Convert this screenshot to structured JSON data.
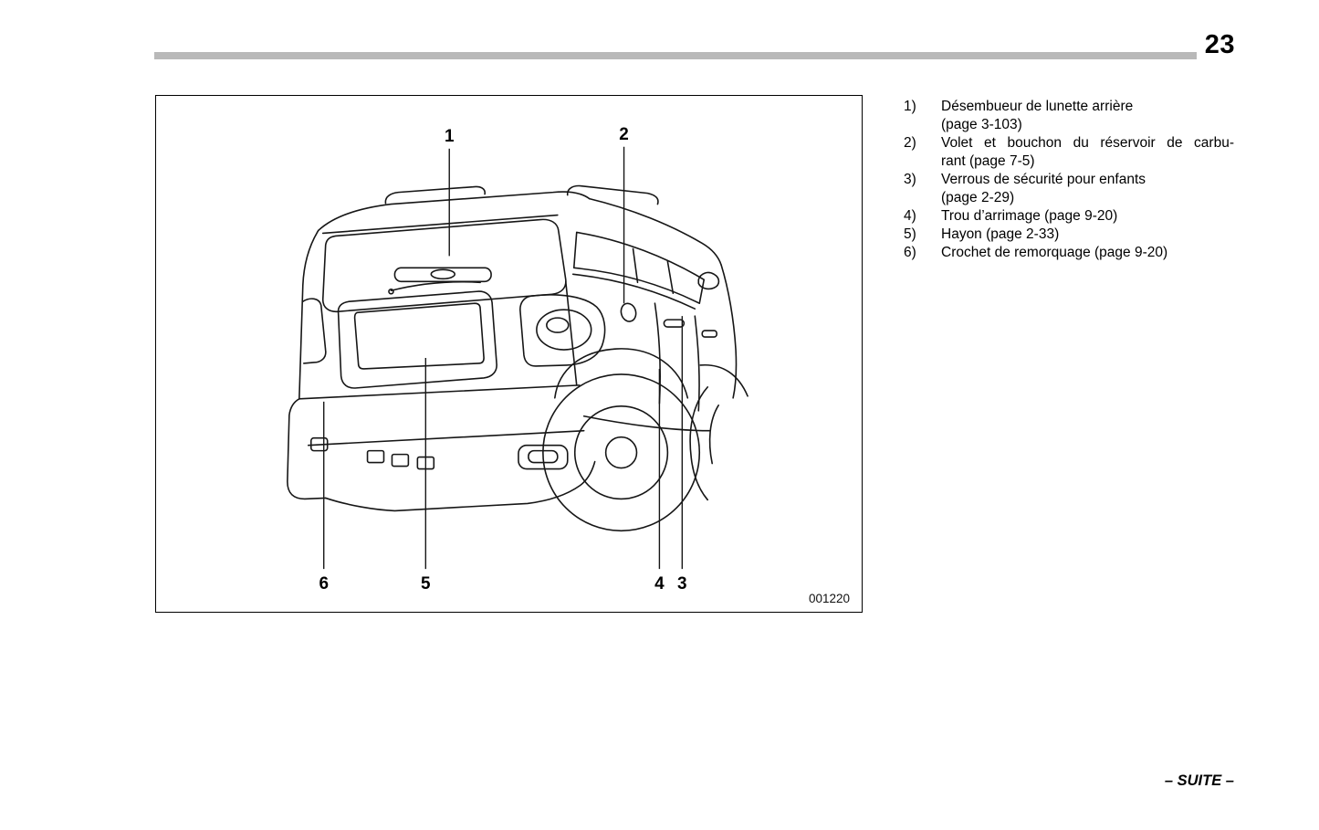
{
  "page": {
    "number": "23"
  },
  "figure": {
    "code": "001220",
    "callouts": {
      "c1": "1",
      "c2": "2",
      "c3": "3",
      "c4": "4",
      "c5": "5",
      "c6": "6"
    }
  },
  "legend": {
    "items": [
      {
        "num": "1)",
        "line1": "Désembueur de lunette arrière",
        "line2": "(page 3-103)"
      },
      {
        "num": "2)",
        "line1": "Volet et bouchon du réservoir de carbu-",
        "line2": "rant (page 7-5)"
      },
      {
        "num": "3)",
        "line1": "Verrous de sécurité pour enfants",
        "line2": "(page 2-29)"
      },
      {
        "num": "4)",
        "line1": "Trou d’arrimage (page 9-20)"
      },
      {
        "num": "5)",
        "line1": "Hayon (page 2-33)"
      },
      {
        "num": "6)",
        "line1": "Crochet de remorquage (page 9-20)"
      }
    ]
  },
  "footer": {
    "text": "– SUITE –"
  }
}
